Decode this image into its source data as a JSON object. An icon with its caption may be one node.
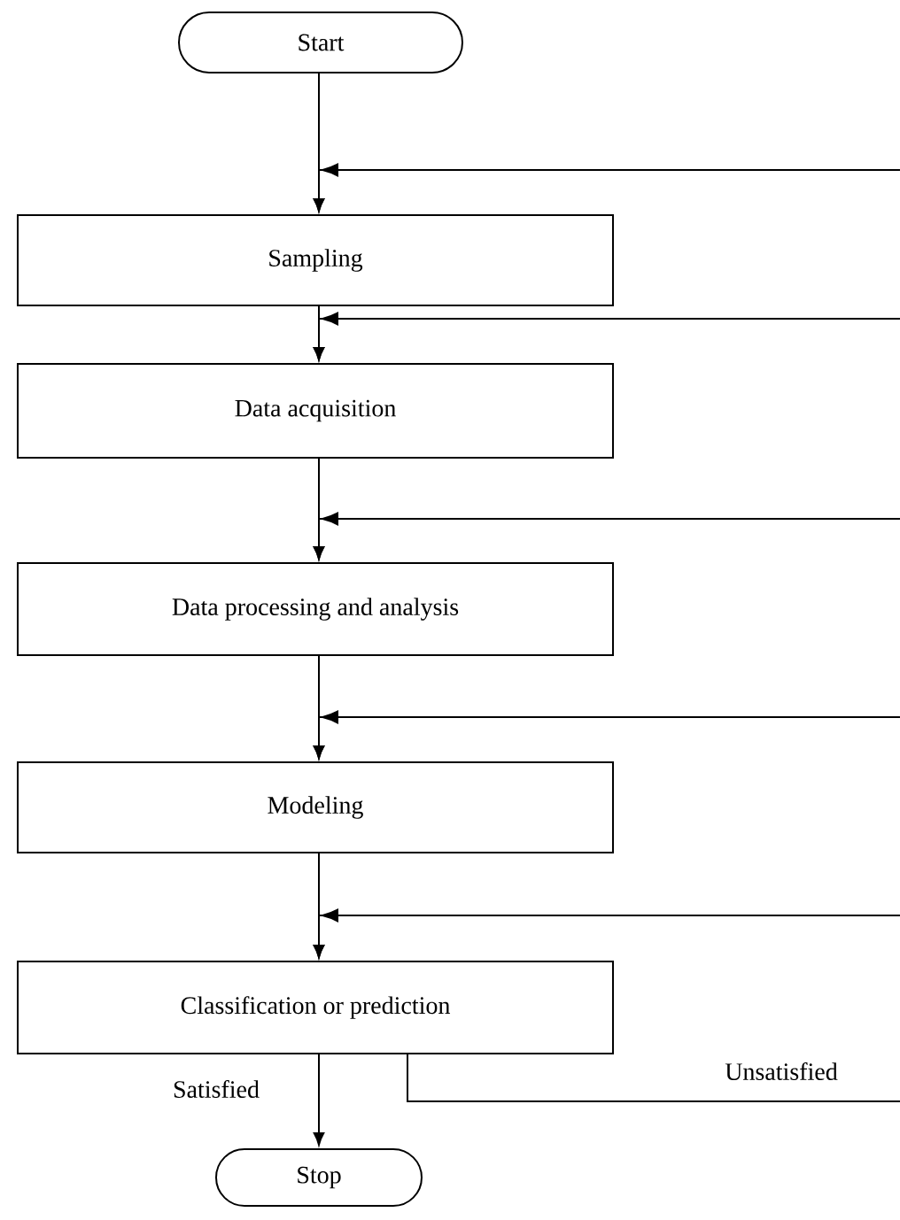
{
  "diagram": {
    "nodes": [
      {
        "text": [
          "Start"
        ]
      },
      {
        "text": [
          "Sampling"
        ]
      },
      {
        "text": [
          "Data acquisition"
        ]
      },
      {
        "text": [
          "Data processing and analysis"
        ]
      },
      {
        "text": [
          "Modeling"
        ]
      },
      {
        "text": [
          "Classification or prediction"
        ]
      },
      {
        "text": [
          "Stop"
        ]
      }
    ],
    "edges": [
      {
        "from": 0,
        "to": 1,
        "arrow": "to"
      },
      {
        "from": 1,
        "to": 2,
        "arrow": "to"
      },
      {
        "from": 2,
        "to": 3,
        "arrow": "to"
      },
      {
        "from": 3,
        "to": 4,
        "arrow": "to"
      },
      {
        "from": 4,
        "to": 5,
        "arrow": "to"
      },
      {
        "from": 5,
        "to": 6,
        "arrow": "to",
        "label": "Satisfied"
      },
      {
        "from": null,
        "to": 1,
        "arrow": "to"
      },
      {
        "from": null,
        "to": 2,
        "arrow": "to"
      },
      {
        "from": null,
        "to": 3,
        "arrow": "to"
      },
      {
        "from": null,
        "to": 4,
        "arrow": "to"
      },
      {
        "from": null,
        "to": 5,
        "arrow": "to"
      },
      {
        "from": 5,
        "to": null,
        "arrow": "none",
        "label": "Unsatisfied"
      }
    ]
  }
}
